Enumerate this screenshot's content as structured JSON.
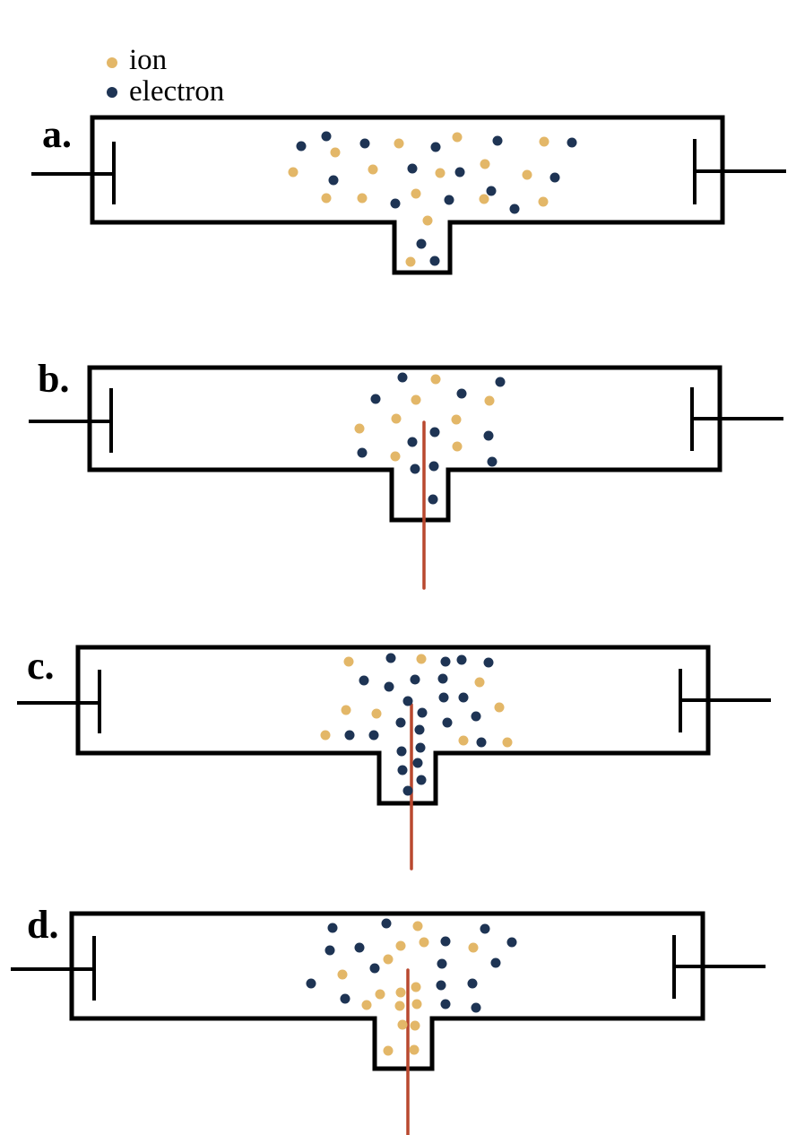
{
  "legend": {
    "ion": {
      "label": "ion",
      "color": "#e3b768"
    },
    "electron": {
      "label": "electron",
      "color": "#1e3454"
    }
  },
  "colors": {
    "outline": "#000000",
    "probe": "#b9482f"
  },
  "panels": [
    {
      "id": "a",
      "label": "a.",
      "probe": false
    },
    {
      "id": "b",
      "label": "b.",
      "probe": true
    },
    {
      "id": "c",
      "label": "c.",
      "probe": true
    },
    {
      "id": "d",
      "label": "d.",
      "probe": true
    }
  ]
}
